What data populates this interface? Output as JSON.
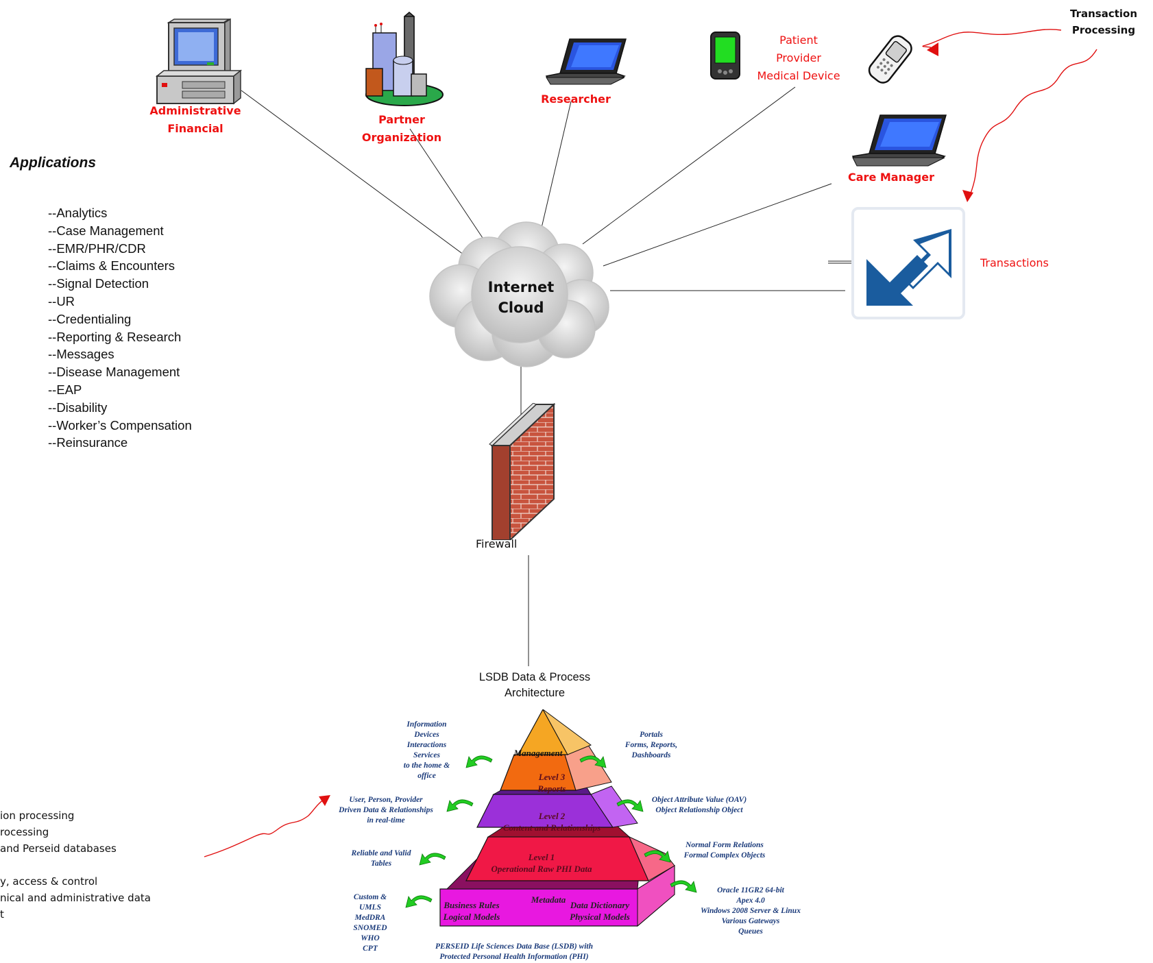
{
  "labels": {
    "administrative": [
      "Administrative",
      "Financial"
    ],
    "partner": [
      "Partner",
      "Organization"
    ],
    "researcher": "Researcher",
    "patient": [
      "Patient",
      "Provider",
      "Medical Device"
    ],
    "transaction_processing": [
      "Transaction",
      "Processing"
    ],
    "care_manager": "Care Manager",
    "transactions": "Transactions",
    "internet_cloud": [
      "Internet",
      "Cloud"
    ],
    "firewall": "Firewall"
  },
  "applications": {
    "title": "Applications",
    "items": [
      "--Analytics",
      "--Case Management",
      "--EMR/PHR/CDR",
      "--Claims & Encounters",
      "--Signal Detection",
      "--UR",
      "--Credentialing",
      "--Reporting & Research",
      "--Messages",
      "--Disease Management",
      "--EAP",
      "--Disability",
      "--Worker’s Compensation",
      "--Reinsurance"
    ]
  },
  "bottom_left_lines": [
    "ion processing",
    "rocessing",
    "and Perseid databases",
    "",
    "y, access & control",
    "nical and administrative data",
    "t"
  ],
  "architecture": {
    "title": [
      "LSDB Data & Process",
      "Architecture"
    ],
    "pyramid": {
      "management": "Management",
      "level3": [
        "Level 3",
        "Reports"
      ],
      "level2": [
        "Level 2",
        "Content and Relationships"
      ],
      "level1": [
        "Level 1",
        "Operational Raw PHI Data"
      ],
      "metadata": "Metadata",
      "base_left": [
        "Business Rules",
        "Logical Models"
      ],
      "base_right": [
        "Data Dictionary",
        "Physical Models"
      ]
    },
    "left_notes": {
      "info": [
        "Information",
        "Devices",
        "Interactions",
        "Services",
        "to the home &",
        "office"
      ],
      "user": [
        "User, Person, Provider",
        "Driven Data & Relationships",
        "in real-time"
      ],
      "reliable": [
        "Reliable and Valid",
        "Tables"
      ],
      "custom": [
        "Custom &",
        "UMLS",
        "MedDRA",
        "SNOMED",
        "WHO",
        "CPT"
      ]
    },
    "right_notes": {
      "portals": [
        "Portals",
        "Forms, Reports,",
        "Dashboards"
      ],
      "oav": [
        "Object Attribute Value (OAV)",
        "Object Relationship Object"
      ],
      "normal": [
        "Normal Form Relations",
        "Formal Complex Objects"
      ],
      "oracle": [
        "Oracle 11GR2 64-bit",
        "Apex 4.0",
        "Windows 2008 Server & Linux",
        "Various Gateways",
        "Queues"
      ]
    },
    "caption": [
      "PERSEID Life Sciences Data Base (LSDB) with",
      "Protected Personal Health Information (PHI)"
    ]
  },
  "colors": {
    "label_red": "#ee1111",
    "management": "#f5a623",
    "level3": "#f26a10",
    "level2": "#9b30d9",
    "level1": "#f01846",
    "base": "#e818e0"
  }
}
